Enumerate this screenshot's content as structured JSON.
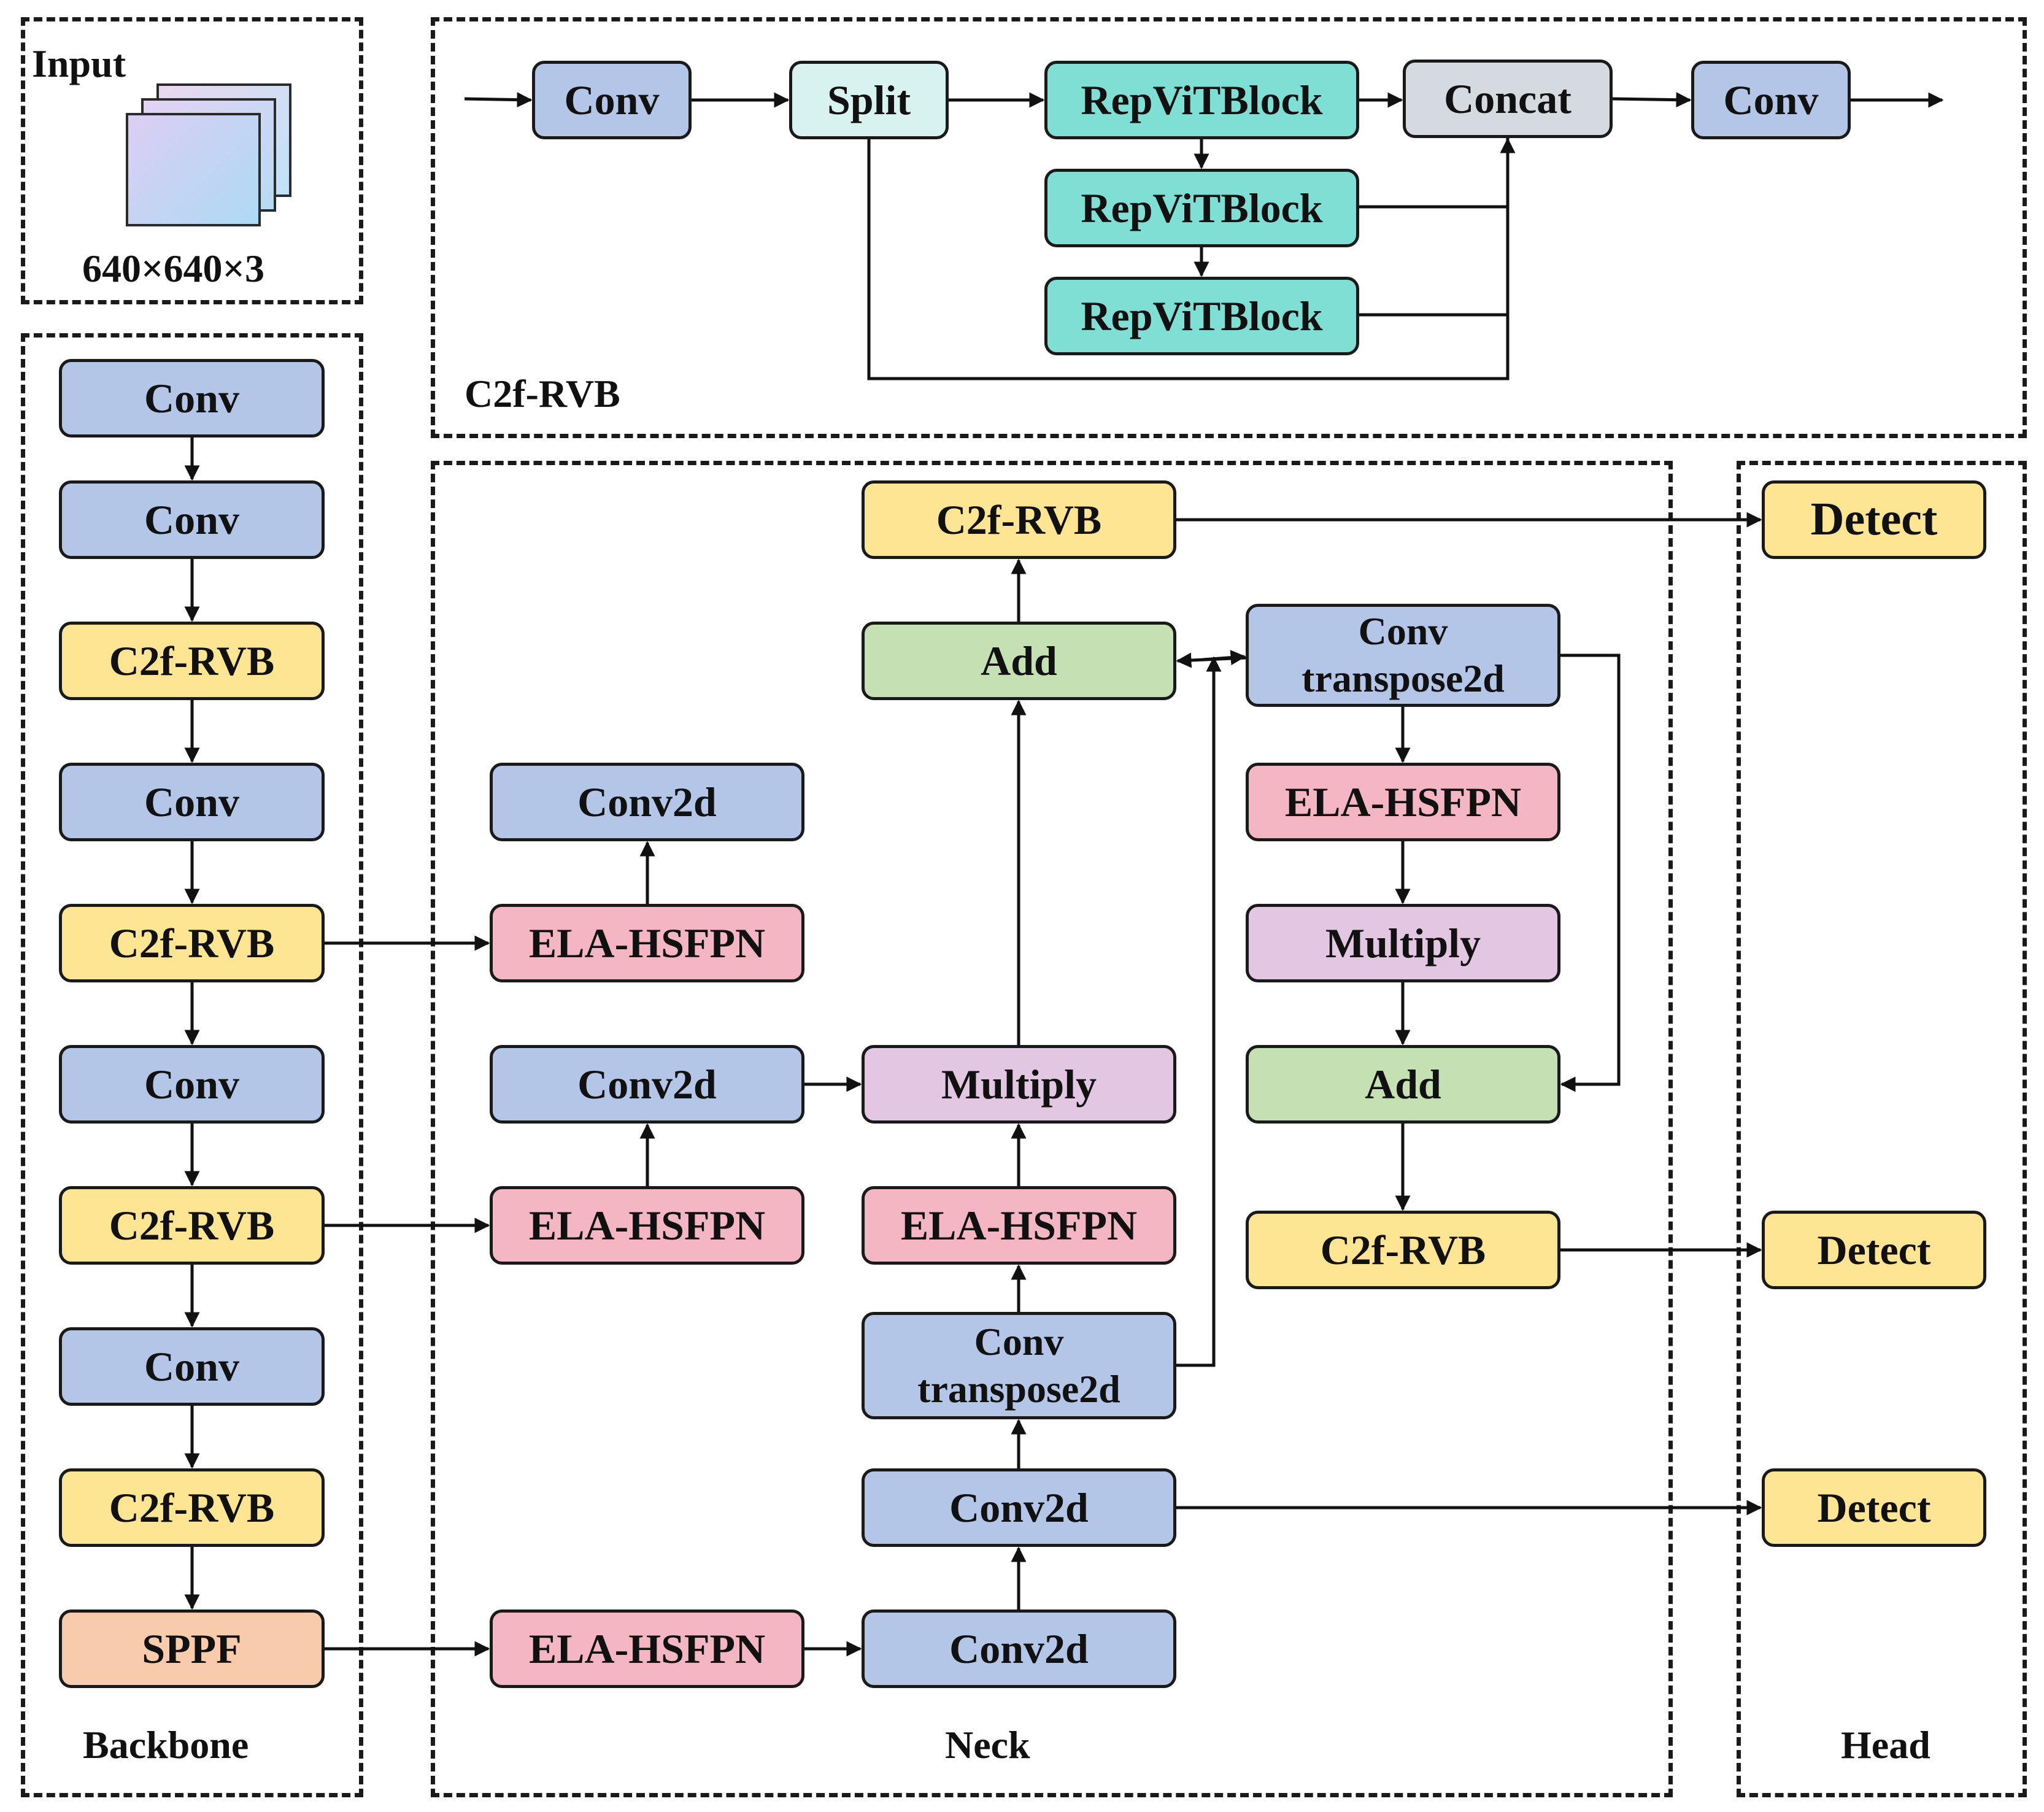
{
  "panels": {
    "input": "Input",
    "input_size": "640×640×3",
    "c2f_rvb": "C2f-RVB",
    "backbone": "Backbone",
    "neck": "Neck",
    "head": "Head"
  },
  "c2f_module": {
    "conv_in": "Conv",
    "split": "Split",
    "repvit_1": "RepViTBlock",
    "repvit_2": "RepViTBlock",
    "repvit_3": "RepViTBlock",
    "concat": "Concat",
    "conv_out": "Conv"
  },
  "backbone": {
    "conv_1": "Conv",
    "conv_2": "Conv",
    "c2f_1": "C2f-RVB",
    "conv_3": "Conv",
    "c2f_2": "C2f-RVB",
    "conv_4": "Conv",
    "c2f_3": "C2f-RVB",
    "conv_5": "Conv",
    "c2f_4": "C2f-RVB",
    "sppf": "SPPF"
  },
  "neck": {
    "conv2d_a": "Conv2d",
    "ela_a": "ELA-HSFPN",
    "conv2d_b": "Conv2d",
    "ela_b": "ELA-HSFPN",
    "ela_c": "ELA-HSFPN",
    "c2f_top": "C2f-RVB",
    "add_mid": "Add",
    "multiply_mid": "Multiply",
    "ela_mid": "ELA-HSFPN",
    "convt_mid": "Conv\ntranspose2d",
    "conv2d_mid": "Conv2d",
    "conv2d_bottom": "Conv2d",
    "convt_right": "Conv\ntranspose2d",
    "ela_right": "ELA-HSFPN",
    "multiply_right": "Multiply",
    "add_right": "Add",
    "c2f_right": "C2f-RVB"
  },
  "head": {
    "detect_1": "Detect",
    "detect_2": "Detect",
    "detect_3": "Detect"
  },
  "colors": {
    "conv": "#b4c6e7",
    "c2f_rvb": "#fde593",
    "sppf": "#f8cbad",
    "ela_hsfpn": "#f4b6c2",
    "add": "#c5e0b3",
    "multiply": "#e2c6e2",
    "split": "#d8f3ef",
    "repvit": "#7fdfd4",
    "concat": "#d5d9e0"
  }
}
